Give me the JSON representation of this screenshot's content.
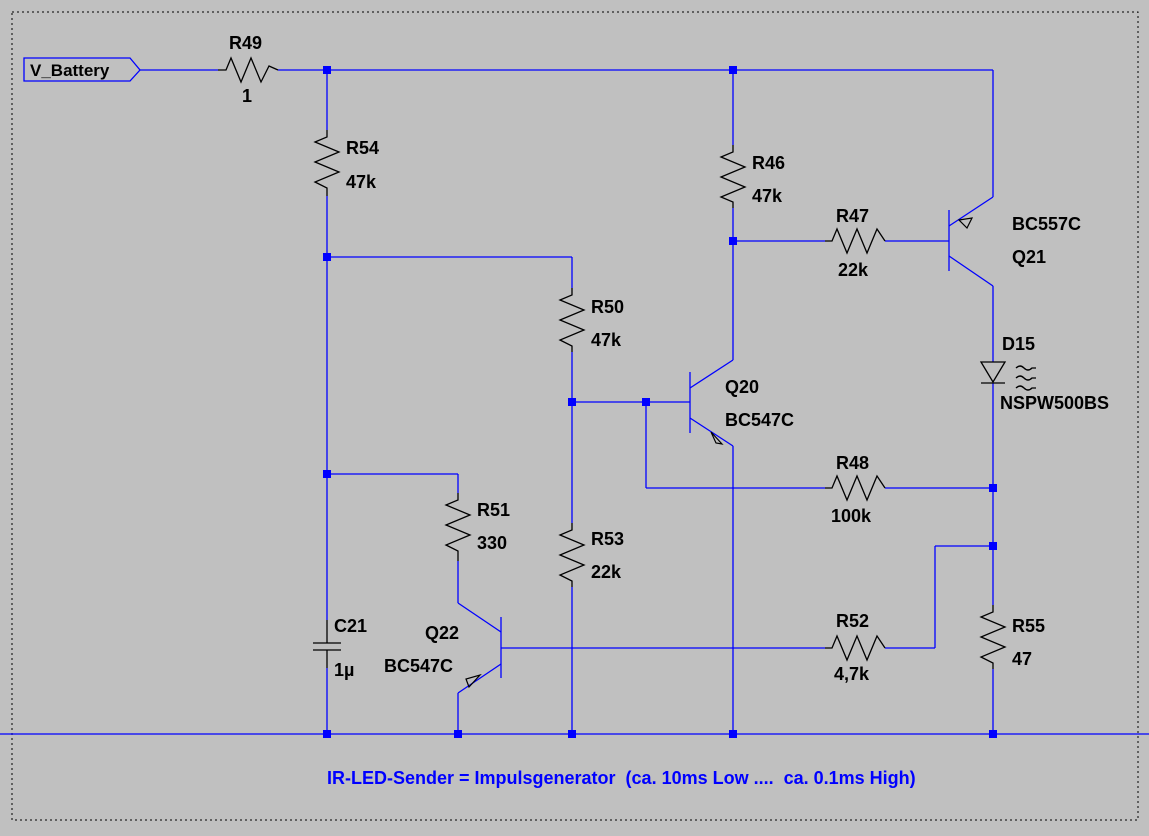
{
  "colors": {
    "background": "#c0c0c0",
    "wire": "#0000ff",
    "junction": "#0000ff",
    "text": "#000000",
    "note": "#0000ff"
  },
  "net_label": "V_Battery",
  "components": {
    "R49": {
      "ref": "R49",
      "value": "1"
    },
    "R54": {
      "ref": "R54",
      "value": "47k"
    },
    "R46": {
      "ref": "R46",
      "value": "47k"
    },
    "R47": {
      "ref": "R47",
      "value": "22k"
    },
    "Q21": {
      "ref": "Q21",
      "value": "BC557C"
    },
    "R50": {
      "ref": "R50",
      "value": "47k"
    },
    "Q20": {
      "ref": "Q20",
      "value": "BC547C"
    },
    "D15": {
      "ref": "D15",
      "value": "NSPW500BS"
    },
    "R48": {
      "ref": "R48",
      "value": "100k"
    },
    "R51": {
      "ref": "R51",
      "value": "330"
    },
    "R53": {
      "ref": "R53",
      "value": "22k"
    },
    "C21": {
      "ref": "C21",
      "value": "1µ"
    },
    "Q22": {
      "ref": "Q22",
      "value": "BC547C"
    },
    "R52": {
      "ref": "R52",
      "value": "4,7k"
    },
    "R55": {
      "ref": "R55",
      "value": "47"
    }
  },
  "note": "IR-LED-Sender = Impulsgenerator  (ca. 10ms Low ....  ca. 0.1ms High)"
}
